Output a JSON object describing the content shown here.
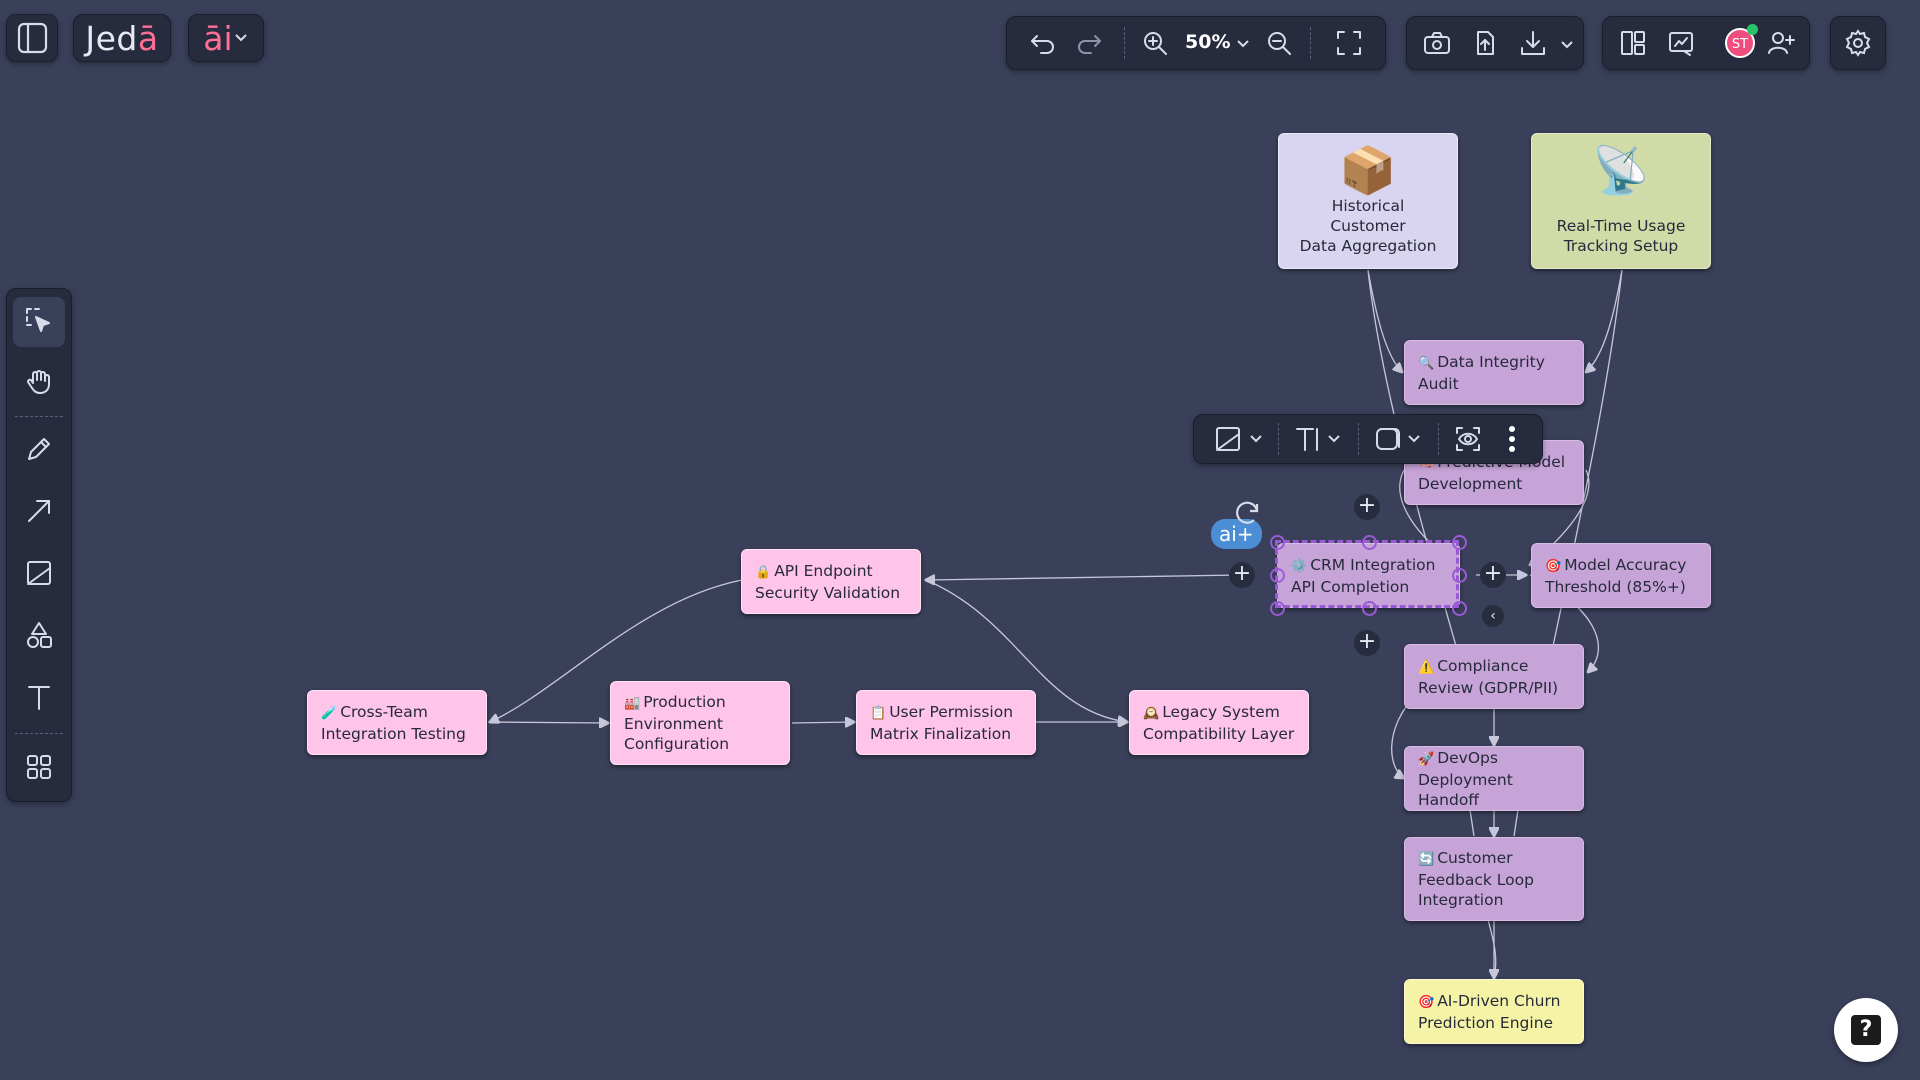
{
  "app": {
    "logo_text": "Jed",
    "logo_accent": "ā",
    "ai_menu_label": "āi"
  },
  "toolbar": {
    "zoom_level": "50%"
  },
  "user": {
    "avatar_initials": "ST",
    "presence_color": "#27c46c"
  },
  "colors": {
    "canvas_bg": "#3a405a",
    "panel_bg": "#262b3d",
    "node_pink": "#ffc4ea",
    "node_purple": "#c6a4d8",
    "node_yellow": "#f5f4a6",
    "node_lavender": "#d9d4f0",
    "node_olive": "#d1dba7",
    "selection": "#9a5ad6",
    "connector": "#c8c6da"
  },
  "nodes": {
    "historical_customer": {
      "line1": "Historical Customer",
      "line2": "Data Aggregation",
      "icon": "package-icon"
    },
    "realtime_usage": {
      "line1": "Real-Time Usage",
      "line2": "Tracking Setup",
      "icon": "satellite-dish-icon"
    },
    "data_integrity": {
      "emoji": "🔍",
      "line1": "Data Integrity",
      "line2": "Audit"
    },
    "predictive_model": {
      "emoji": "🧠",
      "line1": "Predictive Model",
      "line2": "Development"
    },
    "crm_integration": {
      "emoji": "⚙️",
      "line1": "CRM Integration",
      "line2": "API Completion"
    },
    "model_accuracy": {
      "emoji": "🎯",
      "line1": "Model Accuracy",
      "line2": "Threshold (85%+)"
    },
    "compliance_review": {
      "emoji": "⚠️",
      "line1": "Compliance",
      "line2": "Review (GDPR/PII)"
    },
    "devops_handoff": {
      "emoji": "🚀",
      "line1": "DevOps",
      "line2": "Deployment Handoff"
    },
    "customer_feedback": {
      "emoji": "🔄",
      "line1": "Customer",
      "line2": "Feedback Loop",
      "line3": "Integration"
    },
    "ai_churn": {
      "emoji": "🎯",
      "line1": "AI-Driven Churn",
      "line2": "Prediction Engine"
    },
    "api_endpoint": {
      "emoji": "🔒",
      "line1": "API Endpoint",
      "line2": "Security Validation"
    },
    "cross_team": {
      "emoji": "🧪",
      "line1": "Cross-Team",
      "line2": "Integration Testing"
    },
    "production_env": {
      "emoji": "🏭",
      "line1": "Production",
      "line2": "Environment",
      "line3": "Configuration"
    },
    "user_permission": {
      "emoji": "📋",
      "line1": "User Permission",
      "line2": "Matrix Finalization"
    },
    "legacy_system": {
      "emoji": "🕰️",
      "line1": "Legacy System",
      "line2": "Compatibility Layer"
    }
  },
  "selection_toolbar": {
    "ai_badge": "ai+"
  },
  "help": {
    "label": "?"
  }
}
